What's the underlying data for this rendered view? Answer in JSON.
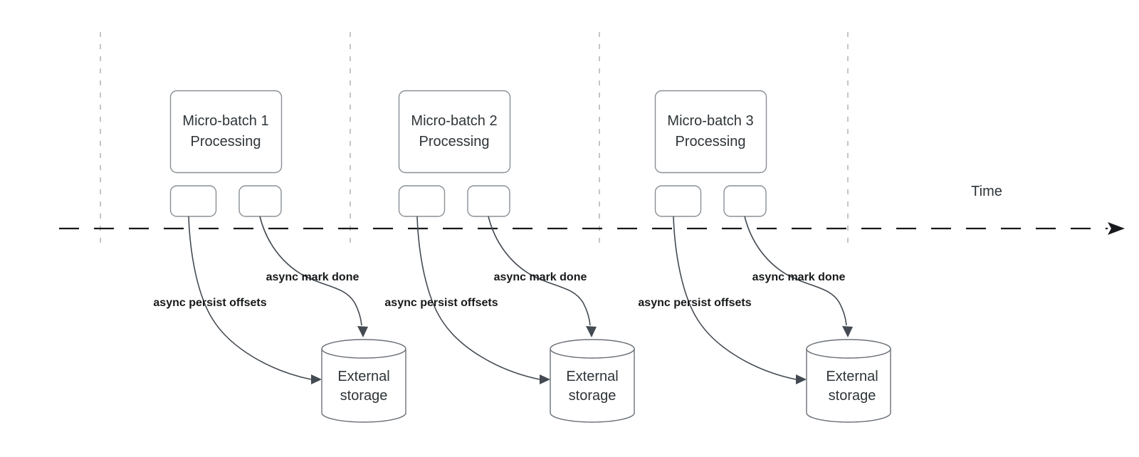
{
  "time_axis": {
    "label": "Time"
  },
  "groups": [
    {
      "title_line1": "Micro-batch 1",
      "title_line2": "Processing",
      "persist_arrow_label": "async persist offsets",
      "mark_arrow_label": "async mark done",
      "storage_line1": "External",
      "storage_line2": "storage"
    },
    {
      "title_line1": "Micro-batch 2",
      "title_line2": "Processing",
      "persist_arrow_label": "async persist offsets",
      "mark_arrow_label": "async mark done",
      "storage_line1": "External",
      "storage_line2": "storage"
    },
    {
      "title_line1": "Micro-batch 3",
      "title_line2": "Processing",
      "persist_arrow_label": "async persist offsets",
      "mark_arrow_label": "async mark done",
      "storage_line1": "External",
      "storage_line2": "storage"
    }
  ],
  "colors": {
    "text": "#2e3438",
    "bold_label_text": "#17191b",
    "box_stroke": "#899096",
    "cylinder_stroke": "#6b7177",
    "curve_stroke": "#434a52",
    "timeline_stroke": "#17191c",
    "boundary_line": "#b4b7ba"
  }
}
